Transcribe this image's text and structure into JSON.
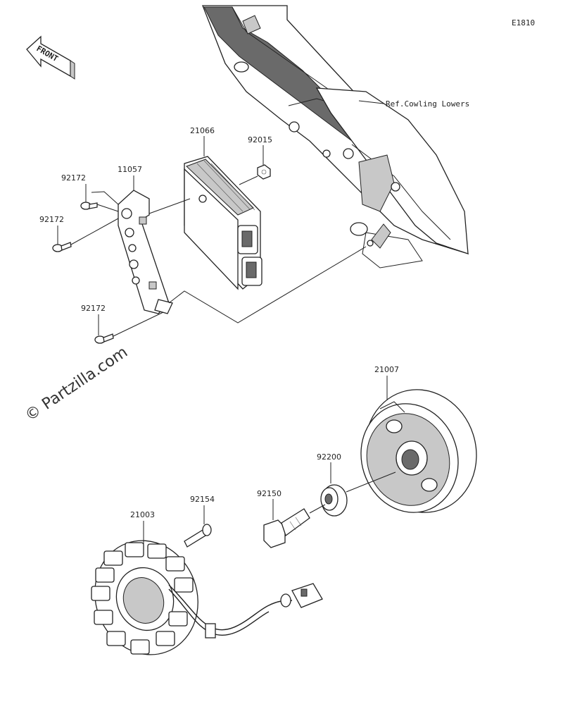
{
  "diagram": {
    "code": "E1810",
    "front_arrow_text": "FRONT",
    "reference_note": "Ref.Cowling Lowers",
    "watermark": "© Partzilla.com",
    "parts": [
      {
        "number": "21066"
      },
      {
        "number": "92015"
      },
      {
        "number": "11057"
      },
      {
        "number": "92172"
      },
      {
        "number": "92172"
      },
      {
        "number": "92172"
      },
      {
        "number": "21007"
      },
      {
        "number": "92200"
      },
      {
        "number": "92150"
      },
      {
        "number": "92154"
      },
      {
        "number": "21003"
      }
    ]
  },
  "colors": {
    "line": "#222222",
    "shade": "#c8c8c8",
    "background": "#ffffff"
  }
}
